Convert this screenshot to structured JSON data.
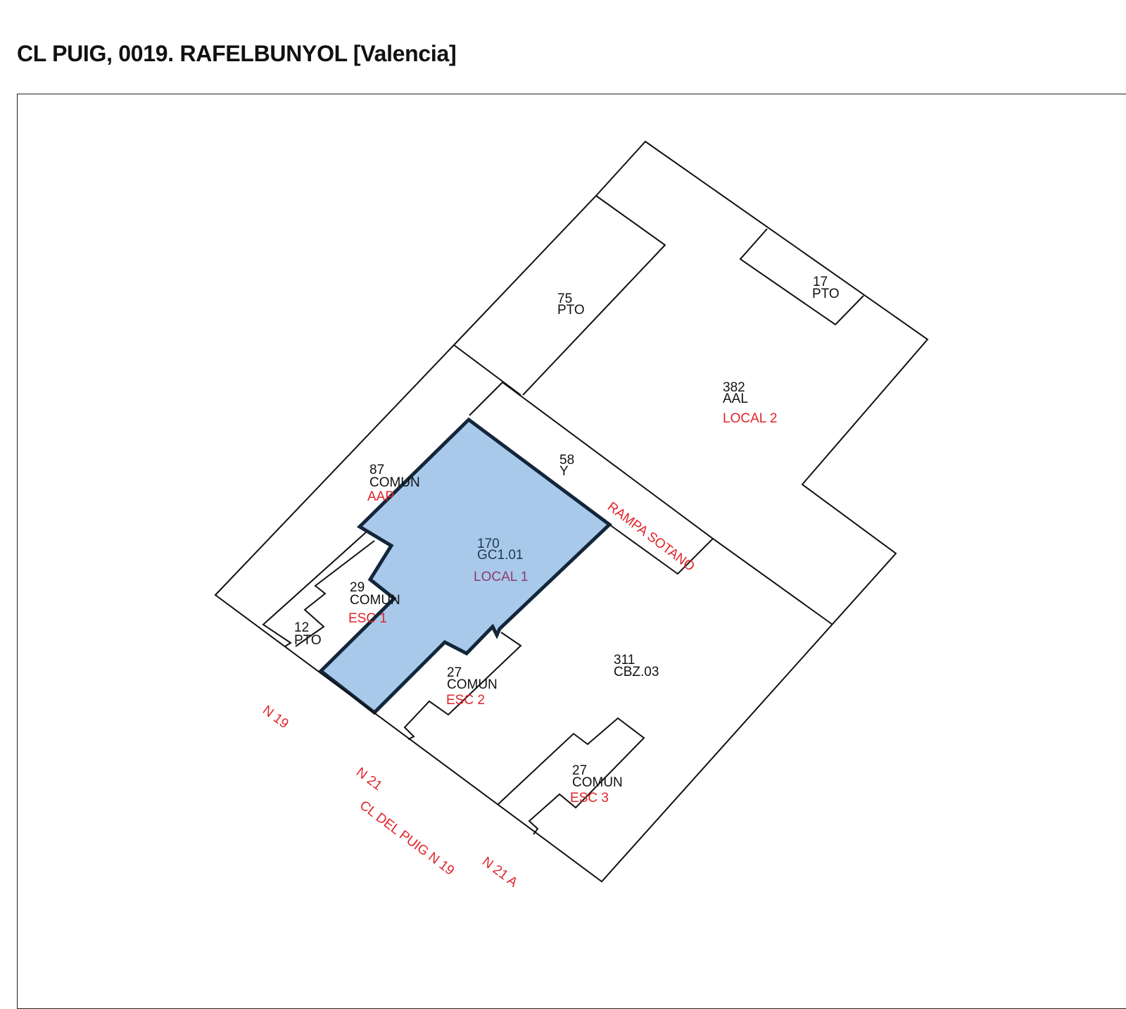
{
  "title": "CL  PUIG, 0019. RAFELBUNYOL [Valencia]",
  "colors": {
    "selected_fill": "#a9c9ea",
    "selected_stroke": "#13263a",
    "label_red": "#e0242a"
  },
  "parcels": [
    {
      "area": "75",
      "use": "PTO"
    },
    {
      "area": "17",
      "use": "PTO"
    },
    {
      "area": "382",
      "use": "AAL",
      "name": "LOCAL 2"
    },
    {
      "area": "58",
      "use": "Y",
      "name": "RAMPA SOTANO"
    },
    {
      "area": "87",
      "use": "COMUN",
      "name": "AAP"
    },
    {
      "area": "170",
      "use": "GC1.01",
      "name": "LOCAL 1",
      "selected": true
    },
    {
      "area": "29",
      "use": "COMUN",
      "name": "ESC 1"
    },
    {
      "area": "12",
      "use": "PTO"
    },
    {
      "area": "27",
      "use": "COMUN",
      "name": "ESC 2"
    },
    {
      "area": "311",
      "use": "CBZ.03"
    },
    {
      "area": "27",
      "use": "COMUN",
      "name": "ESC 3"
    }
  ],
  "street_labels": [
    "N 19",
    "N 21",
    "CL DEL PUIG N 19",
    "N 21 A"
  ]
}
